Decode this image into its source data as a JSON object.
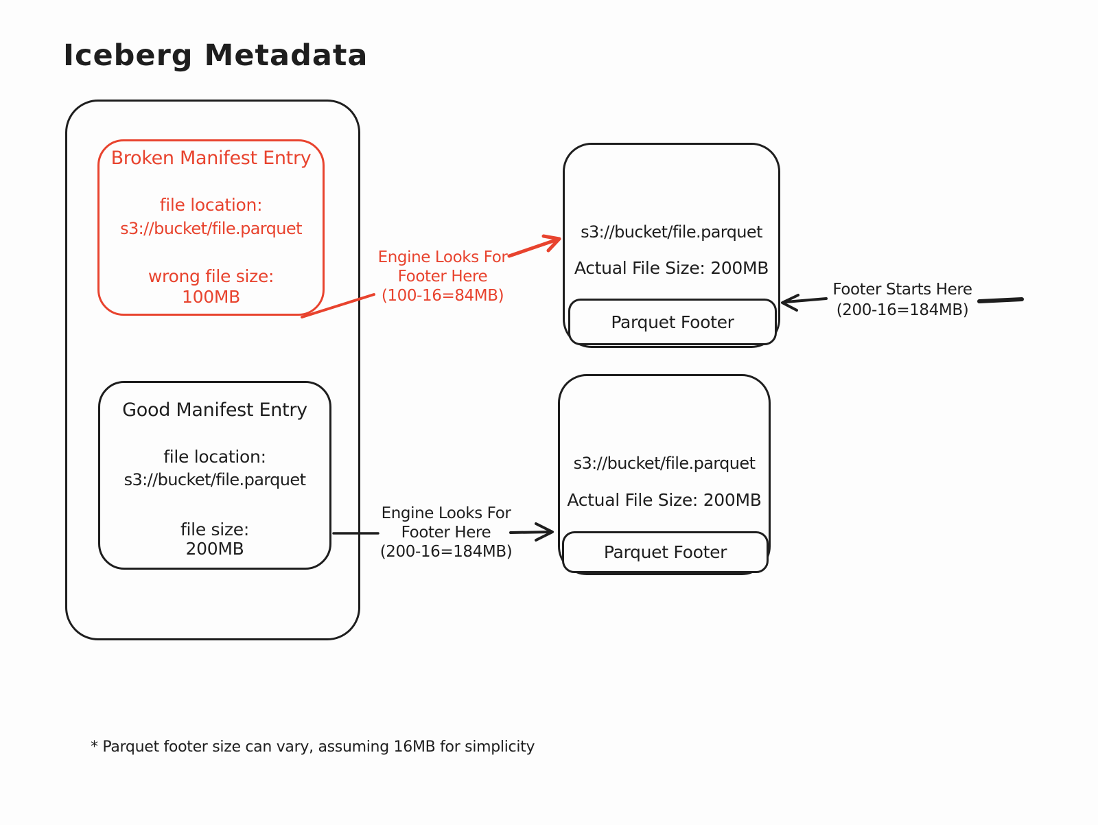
{
  "title": "Iceberg Metadata",
  "colors": {
    "ink": "#1e1e1e",
    "accent_red": "#e8432e",
    "background": "#fdfdfd"
  },
  "manifest_container": {
    "broken": {
      "heading": "Broken Manifest Entry",
      "location_label": "file location:",
      "location": "s3://bucket/file.parquet",
      "size_label": "wrong file size:",
      "size": "100MB"
    },
    "good": {
      "heading": "Good Manifest Entry",
      "location_label": "file location:",
      "location": "s3://bucket/file.parquet",
      "size_label": "file size:",
      "size": "200MB"
    }
  },
  "parquet_files": {
    "broken_lookup": {
      "location": "s3://bucket/file.parquet",
      "actual_size": "Actual File Size: 200MB",
      "footer_label": "Parquet Footer"
    },
    "good_lookup": {
      "location": "s3://bucket/file.parquet",
      "actual_size": "Actual File Size: 200MB",
      "footer_label": "Parquet Footer"
    }
  },
  "annotations": {
    "broken_engine": "Engine Looks For\nFooter Here\n(100-16=84MB)",
    "good_engine": "Engine Looks For\nFooter Here\n(200-16=184MB)",
    "footer_starts": "Footer Starts Here\n(200-16=184MB)",
    "footnote": "* Parquet footer size can vary, assuming 16MB for simplicity"
  }
}
